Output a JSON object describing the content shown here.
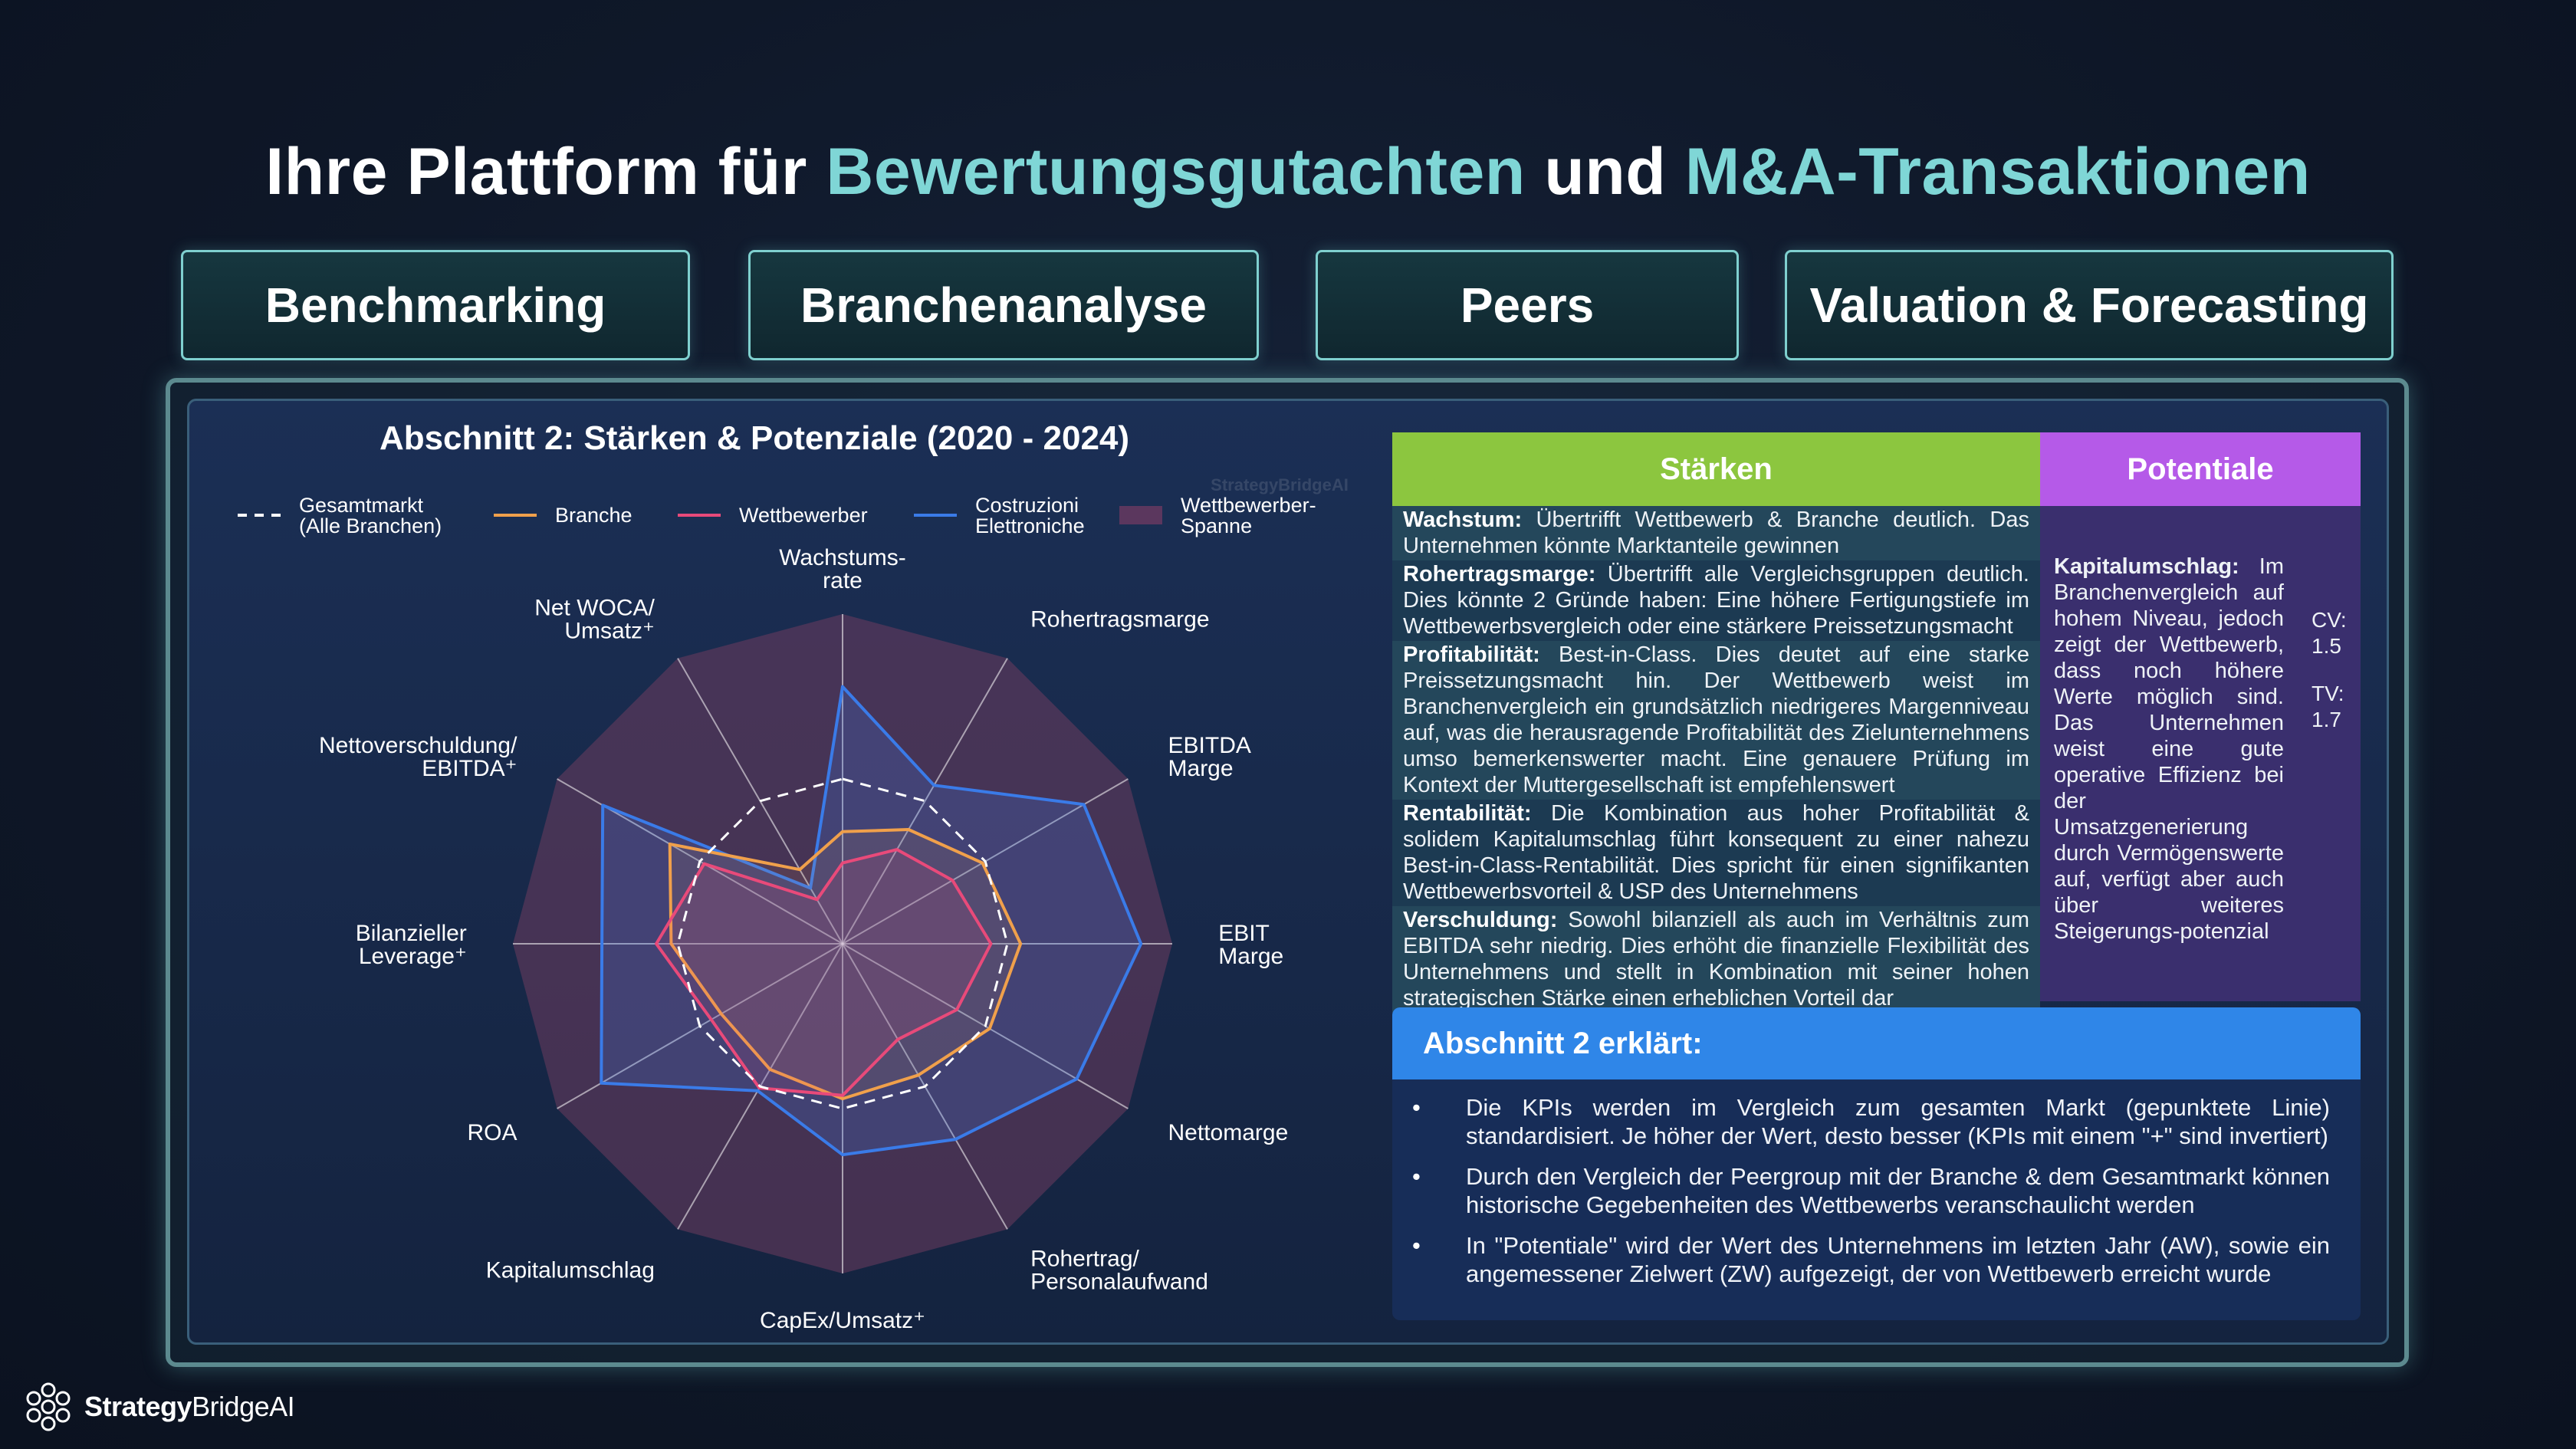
{
  "headline": {
    "part1": "Ihre Plattform für ",
    "accent1": "Bewertungsgutachten",
    "part2": " und ",
    "accent2": "M&A-Transaktionen",
    "accent_color": "#7fd6d6"
  },
  "tabs": [
    "Benchmarking",
    "Branchenanalyse",
    "Peers",
    "Valuation & Forecasting"
  ],
  "chart_data": {
    "type": "radar",
    "title": "Abschnitt 2: Stärken & Potenziale (2020 - 2024)",
    "watermark": "StrategyBridgeAI",
    "axes": [
      [
        "Wachstums-",
        "rate"
      ],
      [
        "Rohertragsmarge"
      ],
      [
        "EBITDA",
        "Marge"
      ],
      [
        "EBIT",
        "Marge"
      ],
      [
        "Nettomarge"
      ],
      [
        "Rohertrag/",
        "Personalaufwand"
      ],
      [
        "CapEx/Umsatz⁺"
      ],
      [
        "Kapitalumschlag"
      ],
      [
        "ROA"
      ],
      [
        "Bilanzieller",
        "Leverage⁺"
      ],
      [
        "Nettoverschuldung/",
        "EBITDA⁺"
      ],
      [
        "Net WOCA/",
        "Umsatz⁺"
      ]
    ],
    "legend": [
      {
        "label": [
          "Gesamtmarkt",
          "(Alle Branchen)"
        ],
        "style": "dashed",
        "color": "#ffffff"
      },
      {
        "label": [
          "Branche"
        ],
        "style": "line",
        "color": "#f0a04b"
      },
      {
        "label": [
          "Wettbewerber"
        ],
        "style": "line",
        "color": "#e84a7a"
      },
      {
        "label": [
          "Costruzioni",
          "Elettroniche"
        ],
        "style": "line",
        "color": "#3a7be8"
      },
      {
        "label": [
          "Wettbewerber-",
          "Spanne"
        ],
        "style": "area",
        "color": "#6a3a5a"
      }
    ],
    "scale_max": 2.0,
    "series": [
      {
        "name": "Gesamtmarkt (Alle Branchen)",
        "values": [
          1,
          1,
          1,
          1,
          1,
          1,
          1,
          1,
          1,
          1,
          1,
          1
        ]
      },
      {
        "name": "Branche",
        "values": [
          0.68,
          0.8,
          0.98,
          1.08,
          1.03,
          0.92,
          0.94,
          0.88,
          0.85,
          1.04,
          1.21,
          0.52
        ]
      },
      {
        "name": "Wettbewerber",
        "values": [
          0.49,
          0.66,
          0.77,
          0.9,
          0.8,
          0.67,
          0.92,
          1.01,
          0.92,
          1.13,
          0.97,
          0.31
        ]
      },
      {
        "name": "Costruzioni Elettroniche",
        "values": [
          1.56,
          1.11,
          1.69,
          1.81,
          1.64,
          1.37,
          1.28,
          1.03,
          1.69,
          1.46,
          1.68,
          0.39
        ]
      },
      {
        "name": "Wettbewerber-Spanne",
        "values": [
          2.0,
          2.0,
          2.0,
          2.0,
          2.0,
          2.0,
          2.0,
          2.0,
          2.0,
          2.0,
          2.0,
          2.0
        ]
      }
    ]
  },
  "strengths": {
    "header": "Stärken",
    "items": [
      {
        "title": "Wachstum:",
        "text": " Übertrifft Wettbewerb & Branche deutlich. Das Unternehmen könnte Marktanteile gewinnen"
      },
      {
        "title": "Rohertragsmarge:",
        "text": " Übertrifft alle Vergleichsgruppen deutlich. Dies könnte 2 Gründe haben: Eine höhere Fertigungstiefe im Wettbewerbsvergleich oder eine stärkere Preissetzungsmacht"
      },
      {
        "title": "Profitabilität:",
        "text": " Best-in-Class. Dies deutet auf eine starke Preissetzungsmacht hin. Der Wettbewerb weist im Branchenvergleich ein grundsätzlich niedrigeres Margenniveau auf, was die herausragende Profitabilität des Zielunternehmens umso bemerkenswerter macht. Eine genauere Prüfung im Kontext der Muttergesellschaft ist empfehlenswert"
      },
      {
        "title": "Rentabilität:",
        "text": " Die Kombination aus hoher Profitabilität & solidem Kapitalumschlag führt konsequent zu einer nahezu Best-in-Class-Rentabilität. Dies spricht für einen signifikanten Wettbewerbsvorteil & USP des Unternehmens"
      },
      {
        "title": "Verschuldung:",
        "text": " Sowohl bilanziell als auch im Verhältnis zum EBITDA sehr niedrig. Dies erhöht die finanzielle Flexibilität des Unternehmens und stellt in Kombination mit seiner hohen strategischen Stärke einen erheblichen Vorteil dar"
      }
    ]
  },
  "potentials": {
    "header": "Potentiale",
    "title": "Kapitalumschlag:",
    "text": " Im Branchenvergleich auf hohem Niveau, jedoch zeigt der Wettbewerb, dass noch höhere Werte möglich sind. Das Unternehmen weist eine gute operative Effizienz bei der Umsatzgenerierung durch Vermögenswerte auf, verfügt aber auch über weiteres Steigerungs-potenzial",
    "cv_label": "CV:",
    "cv_value": "1.5",
    "tv_label": "TV:",
    "tv_value": "1.7"
  },
  "explain": {
    "header": "Abschnitt 2 erklärt:",
    "bullets": [
      "Die KPIs werden im Vergleich zum gesamten Markt (gepunktete Linie) standardisiert. Je höher der Wert, desto besser (KPIs mit einem \"+\" sind invertiert)",
      "Durch den Vergleich der Peergroup mit der Branche & dem Gesamtmarkt können historische Gegebenheiten des Wettbewerbs veranschaulicht werden",
      "In \"Potentiale\" wird der Wert des Unternehmens im letzten Jahr (AW), sowie ein angemessener Zielwert (ZW) aufgezeigt, der von Wettbewerb erreicht wurde"
    ]
  },
  "footer": {
    "brand_bold": "Strategy",
    "brand_rest": "BridgeAI"
  }
}
